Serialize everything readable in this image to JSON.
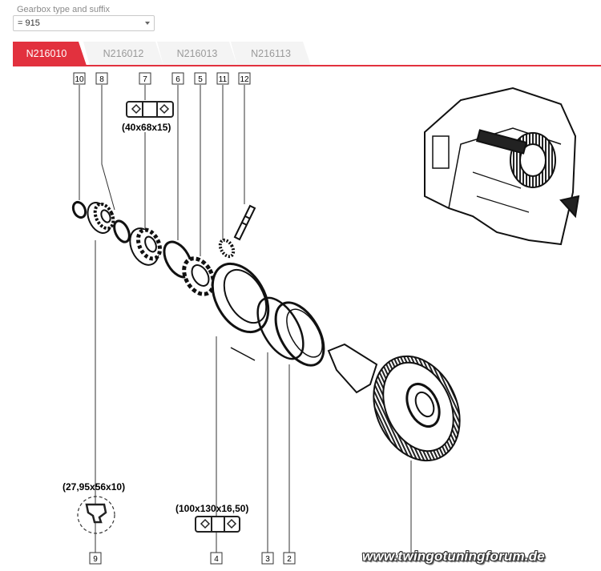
{
  "filter": {
    "label": "Gearbox type and suffix",
    "value": "= 915"
  },
  "tabs": [
    {
      "label": "N216010",
      "active": true
    },
    {
      "label": "N216012",
      "active": false
    },
    {
      "label": "N216013",
      "active": false
    },
    {
      "label": "N216113",
      "active": false
    }
  ],
  "colors": {
    "accent": "#e2313e",
    "tab_inactive": "#f4f4f4"
  },
  "diagram": {
    "callouts": [
      "10",
      "8",
      "7",
      "6",
      "5",
      "11",
      "12",
      "9",
      "4",
      "3",
      "2"
    ],
    "dimension_7": "(40x68x15)",
    "dimension_9": "(27,95x56x10)",
    "dimension_4": "(100x130x16,50)"
  },
  "watermark": "www.twingotuningforum.de"
}
